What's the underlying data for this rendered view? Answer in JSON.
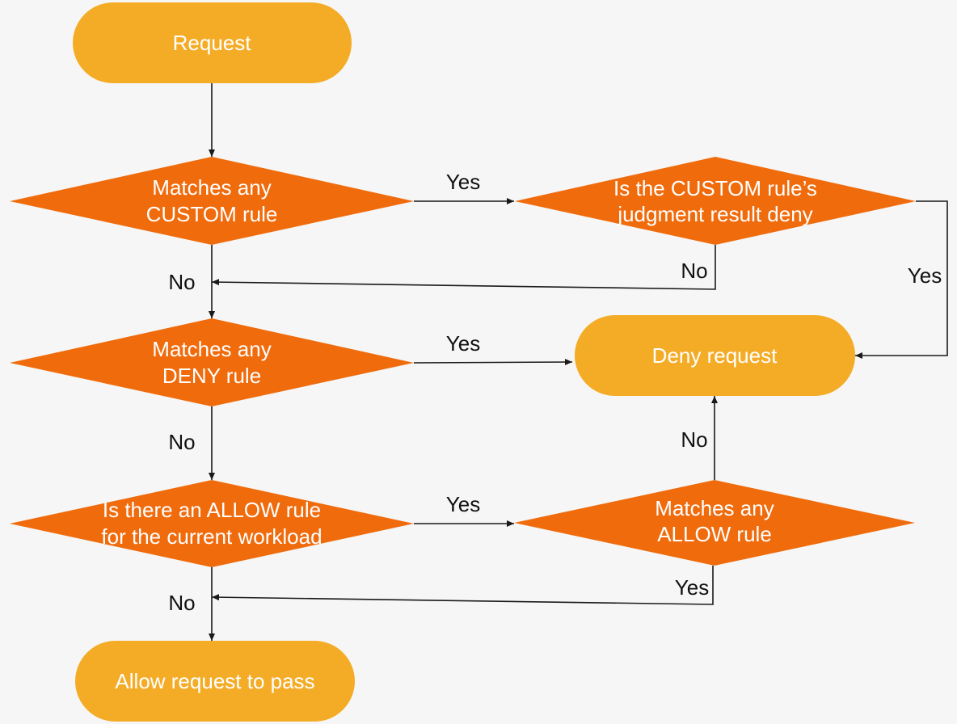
{
  "colors": {
    "terminal_fill": "#f4ac27",
    "decision_fill": "#f06b0c",
    "background": "#f6f6f6",
    "line": "#1a1a1a",
    "shape_text": "#ffffff",
    "label_text": "#111111"
  },
  "nodes": {
    "request": {
      "text": "Request"
    },
    "custom_match": {
      "line1": "Matches any",
      "line2": "CUSTOM rule"
    },
    "custom_result": {
      "line1": "Is the CUSTOM rule’s",
      "line2": "judgment result deny"
    },
    "deny_match": {
      "line1": "Matches any",
      "line2": "DENY rule"
    },
    "deny_request": {
      "text": "Deny request"
    },
    "allow_exists": {
      "line1": "Is there an ALLOW rule",
      "line2": "for the current workload"
    },
    "allow_match": {
      "line1": "Matches any",
      "line2": "ALLOW rule"
    },
    "allow_request": {
      "text": "Allow request to pass"
    }
  },
  "edge_labels": {
    "custom_yes": "Yes",
    "custom_result_no": "No",
    "custom_result_yes": "Yes",
    "custom_no": "No",
    "deny_yes": "Yes",
    "deny_no": "No",
    "allow_match_no": "No",
    "allow_exists_yes": "Yes",
    "allow_match_yes": "Yes",
    "allow_exists_no": "No"
  }
}
